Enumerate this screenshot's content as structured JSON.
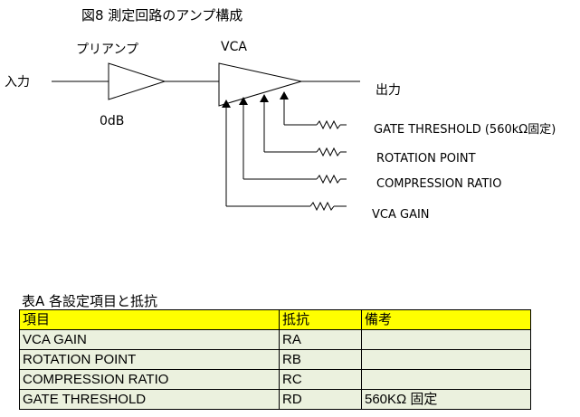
{
  "figure": {
    "title": "図8 測定回路のアンプ構成",
    "preamp_label": "プリアンプ",
    "preamp_gain": "0dB",
    "vca_label": "VCA",
    "input_label": "入力",
    "output_label": "出力",
    "controls": [
      "GATE THRESHOLD (560kΩ固定)",
      "ROTATION  POINT",
      "COMPRESSION RATIO",
      "VCA GAIN"
    ]
  },
  "table": {
    "title": "表A 各設定項目と抵抗",
    "headers": [
      "項目",
      "抵抗",
      "備考"
    ],
    "rows": [
      [
        "VCA GAIN",
        "RA",
        ""
      ],
      [
        "ROTATION POINT",
        "RB",
        ""
      ],
      [
        "COMPRESSION RATIO",
        "RC",
        ""
      ],
      [
        "GATE THRESHOLD",
        "RD",
        "560KΩ 固定"
      ]
    ],
    "header_color": "#ffff00",
    "row_color": "#ebf1de"
  }
}
